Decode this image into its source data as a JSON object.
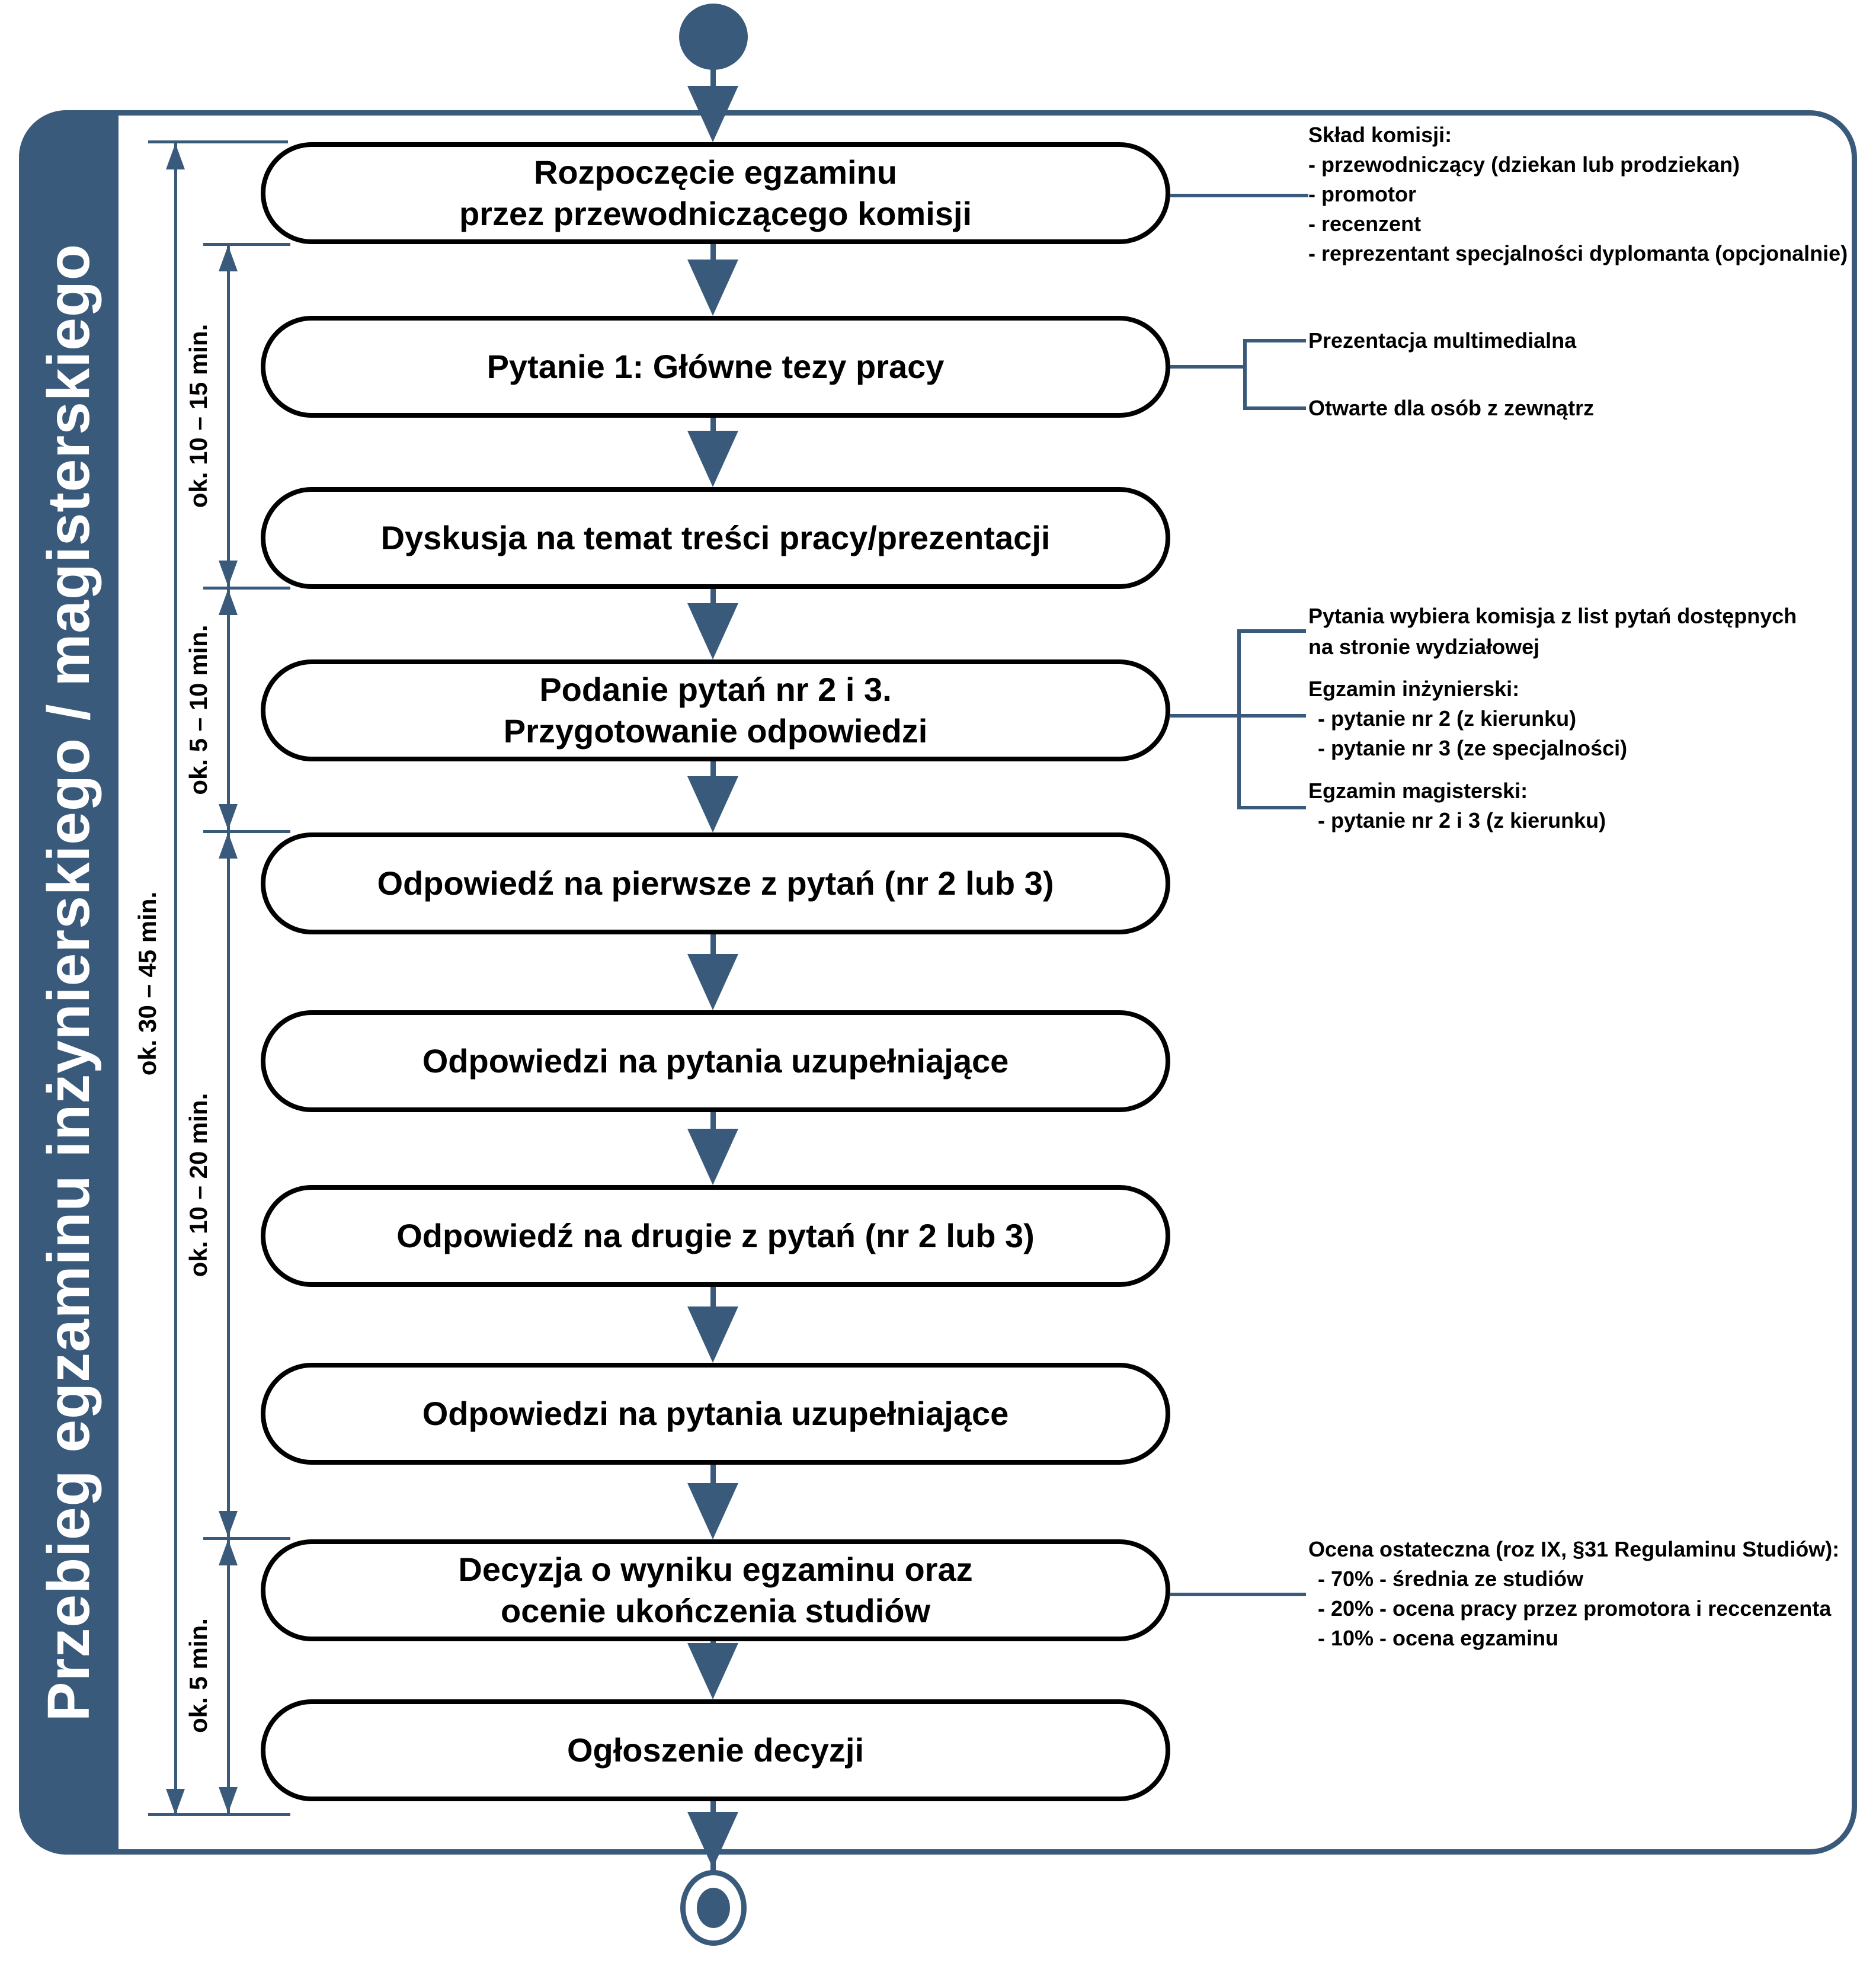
{
  "title": "Przebieg egzaminu inżynierskiego / magisterskiego",
  "colors": {
    "accent": "#3a5a7b",
    "box-border": "#000000",
    "box-fill": "#ffffff",
    "text": "#000000"
  },
  "steps": [
    {
      "label": "Rozpoczęcie egzaminu\nprzez przewodniczącego komisji"
    },
    {
      "label": "Pytanie 1: Główne tezy pracy"
    },
    {
      "label": "Dyskusja na temat treści pracy/prezentacji"
    },
    {
      "label": "Podanie pytań nr 2 i 3.\nPrzygotowanie odpowiedzi"
    },
    {
      "label": "Odpowiedź na pierwsze z pytań (nr 2 lub 3)"
    },
    {
      "label": "Odpowiedzi na pytania uzupełniające"
    },
    {
      "label": "Odpowiedź na drugie z pytań (nr 2 lub 3)"
    },
    {
      "label": "Odpowiedzi na pytania uzupełniające"
    },
    {
      "label": "Decyzja o wyniku egzaminu oraz\nocenie ukończenia studiów"
    },
    {
      "label": "Ogłoszenie decyzji"
    }
  ],
  "durations": {
    "segment1": "ok. 10 – 15 min.",
    "segment2": "ok. 5 – 10 min.",
    "segment3": "ok. 10 – 20 min.",
    "segment4": "ok. 5 min.",
    "total": "ok. 30 – 45 min."
  },
  "annotations": {
    "committee": {
      "title": "Skład komisji:",
      "items": [
        "- przewodniczący (dziekan lub prodziekan)",
        "- promotor",
        "- recenzent",
        "- reprezentant specjalności dyplomanta (opcjonalnie)"
      ]
    },
    "presentation": {
      "item1": "Prezentacja multimedialna",
      "item2": "Otwarte dla osób z zewnątrz"
    },
    "questions": {
      "intro": "Pytania wybiera komisja z list pytań dostępnych\nna stronie wydziałowej",
      "eng_title": "Egzamin inżynierski:",
      "eng_items": [
        "- pytanie nr 2 (z kierunku)",
        "- pytanie nr 3 (ze specjalności)"
      ],
      "msc_title": "Egzamin magisterski:",
      "msc_items": [
        "- pytanie nr 2 i 3 (z kierunku)"
      ]
    },
    "grading": {
      "title": "Ocena ostateczna (roz IX, §31 Regulaminu Studiów):",
      "items": [
        "- 70% - średnia ze studiów",
        "- 20%  - ocena pracy przez promotora i reccenzenta",
        "- 10%  - ocena egzaminu"
      ]
    }
  }
}
